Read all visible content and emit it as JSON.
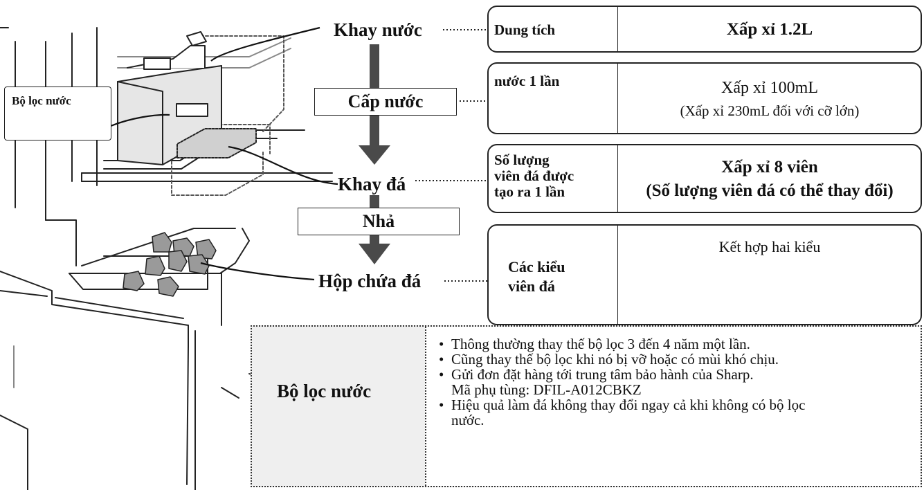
{
  "flow": {
    "water_tank": "Khay nước",
    "water_supply": "Cấp nước",
    "ice_tray": "Khay đá",
    "release": "Nhả",
    "ice_box": "Hộp chứa đá"
  },
  "callout": {
    "filter_label": "Bộ lọc nước"
  },
  "specs": {
    "capacity": {
      "label": "Dung tích",
      "value": "Xấp xỉ 1.2L"
    },
    "supply_once": {
      "label": "nước 1 lần",
      "value_line1": "Xấp xỉ 100mL",
      "value_line2": "(Xấp xỉ 230mL đối với cỡ lớn)"
    },
    "ice_count": {
      "label_line1": "Số lượng",
      "label_line2": "viên đá được",
      "label_line3": "tạo ra 1 lần",
      "value_line1": "Xấp xỉ 8 viên",
      "value_line2": "(Số lượng viên đá có thể thay đổi)"
    },
    "ice_shape": {
      "label_line1": "Các kiểu",
      "label_line2": "viên đá",
      "value": "Kết hợp hai kiểu"
    }
  },
  "filter_note": {
    "title": "Bộ lọc nước",
    "items": [
      "Thông thường thay thế bộ lọc 3 đến 4 năm một lần.",
      "Cũng thay thế bộ lọc khi nó bị vỡ hoặc có mùi khó chịu.",
      "Gửi đơn đặt hàng tới trung tâm bảo hành của Sharp.",
      "Mã phụ tùng: DFIL-A012CBKZ",
      "Hiệu quả làm đá không thay đổi ngay cả khi không có bộ lọc",
      "nước."
    ]
  }
}
